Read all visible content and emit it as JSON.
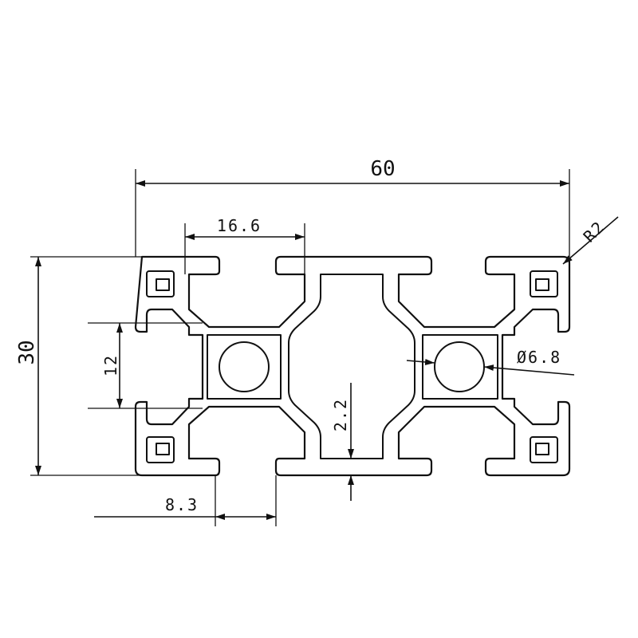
{
  "drawing": {
    "colors": {
      "line": "#111111",
      "background": "#ffffff"
    },
    "dimensions": {
      "width": "60",
      "height": "30",
      "slot_opening": "16.6",
      "slot_depth": "12",
      "wall": "2.2",
      "flange": "8.3",
      "center_hole": "Ø6.8",
      "corner_radius": "R2"
    }
  }
}
